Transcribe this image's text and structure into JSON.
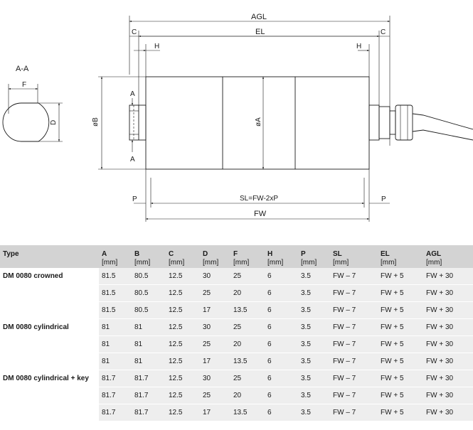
{
  "drawing": {
    "section_title": "A-A",
    "dims": {
      "agl": "AGL",
      "el": "EL",
      "c_left": "C",
      "c_right": "C",
      "h_left": "H",
      "h_right": "H",
      "f": "F",
      "d": "D",
      "dia_b": "øB",
      "dia_a": "øA",
      "a_top": "A",
      "a_bottom": "A",
      "p_left": "P",
      "p_right": "P",
      "sl": "SL=FW-2xP",
      "fw": "FW"
    }
  },
  "table": {
    "headers": [
      {
        "name": "Type",
        "unit": ""
      },
      {
        "name": "A",
        "unit": "[mm]"
      },
      {
        "name": "B",
        "unit": "[mm]"
      },
      {
        "name": "C",
        "unit": "[mm]"
      },
      {
        "name": "D",
        "unit": "[mm]"
      },
      {
        "name": "F",
        "unit": "[mm]"
      },
      {
        "name": "H",
        "unit": "[mm]"
      },
      {
        "name": "P",
        "unit": "[mm]"
      },
      {
        "name": "SL",
        "unit": "[mm]"
      },
      {
        "name": "EL",
        "unit": "[mm]"
      },
      {
        "name": "AGL",
        "unit": "[mm]"
      }
    ],
    "groups": [
      {
        "type": "DM 0080 crowned",
        "rows": [
          [
            "81.5",
            "80.5",
            "12.5",
            "30",
            "25",
            "6",
            "3.5",
            "FW – 7",
            "FW + 5",
            "FW + 30"
          ],
          [
            "81.5",
            "80.5",
            "12.5",
            "25",
            "20",
            "6",
            "3.5",
            "FW – 7",
            "FW + 5",
            "FW + 30"
          ],
          [
            "81.5",
            "80.5",
            "12.5",
            "17",
            "13.5",
            "6",
            "3.5",
            "FW – 7",
            "FW + 5",
            "FW + 30"
          ]
        ]
      },
      {
        "type": "DM 0080 cylindrical",
        "rows": [
          [
            "81",
            "81",
            "12.5",
            "30",
            "25",
            "6",
            "3.5",
            "FW – 7",
            "FW + 5",
            "FW + 30"
          ],
          [
            "81",
            "81",
            "12.5",
            "25",
            "20",
            "6",
            "3.5",
            "FW – 7",
            "FW + 5",
            "FW + 30"
          ],
          [
            "81",
            "81",
            "12.5",
            "17",
            "13.5",
            "6",
            "3.5",
            "FW – 7",
            "FW + 5",
            "FW + 30"
          ]
        ]
      },
      {
        "type": "DM 0080 cylindrical + key",
        "rows": [
          [
            "81.7",
            "81.7",
            "12.5",
            "30",
            "25",
            "6",
            "3.5",
            "FW – 7",
            "FW + 5",
            "FW + 30"
          ],
          [
            "81.7",
            "81.7",
            "12.5",
            "25",
            "20",
            "6",
            "3.5",
            "FW – 7",
            "FW + 5",
            "FW + 30"
          ],
          [
            "81.7",
            "81.7",
            "12.5",
            "17",
            "13.5",
            "6",
            "3.5",
            "FW – 7",
            "FW + 5",
            "FW + 30"
          ]
        ]
      }
    ]
  }
}
